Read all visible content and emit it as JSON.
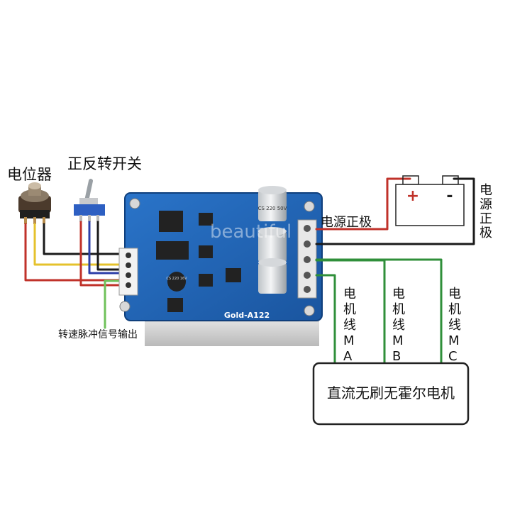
{
  "labels": {
    "potentiometer": "电位器",
    "direction_switch": "正反转开关",
    "speed_pulse_output": "转速脉冲信号输出",
    "power_positive": "电源正极",
    "power_negative": "电源正极",
    "motor_line_a": "电机线MA",
    "motor_line_b": "电机线MB",
    "motor_line_c": "电机线MC",
    "motor_name": "直流无刷无霍尔电机",
    "board_model": "Gold-A122",
    "battery_plus": "+",
    "battery_minus": "-",
    "capacitor_marking": "CS 220 50V",
    "small_cap_marking": "CS 220 16V",
    "watermark": "beautiful"
  },
  "wire_colors": {
    "red": "#c0322a",
    "yellow": "#e5c22c",
    "black": "#1a1a1a",
    "blue": "#2b3ea8",
    "green": "#2f8f3a",
    "pulse_green": "#6fc15a"
  },
  "board_color": "#1f63b8"
}
